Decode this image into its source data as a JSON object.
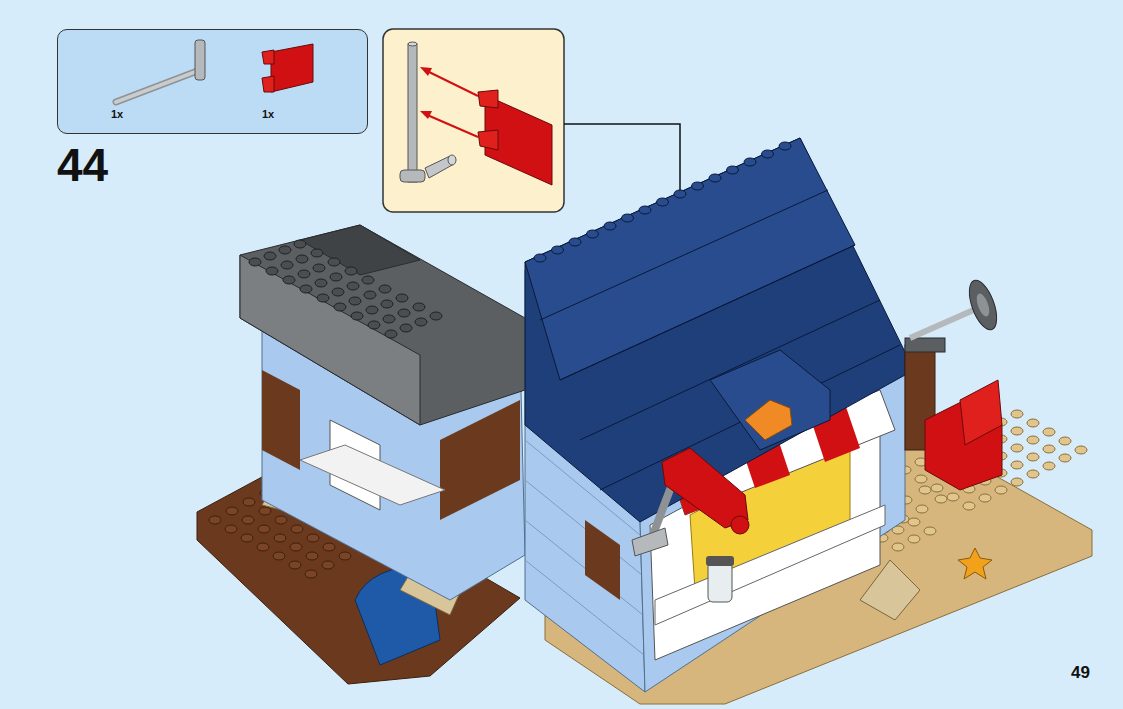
{
  "diagram": {
    "nodes": [
      {
        "text": [
          "1x",
          "1x"
        ]
      }
    ],
    "labels": [
      "44",
      "49"
    ]
  }
}
